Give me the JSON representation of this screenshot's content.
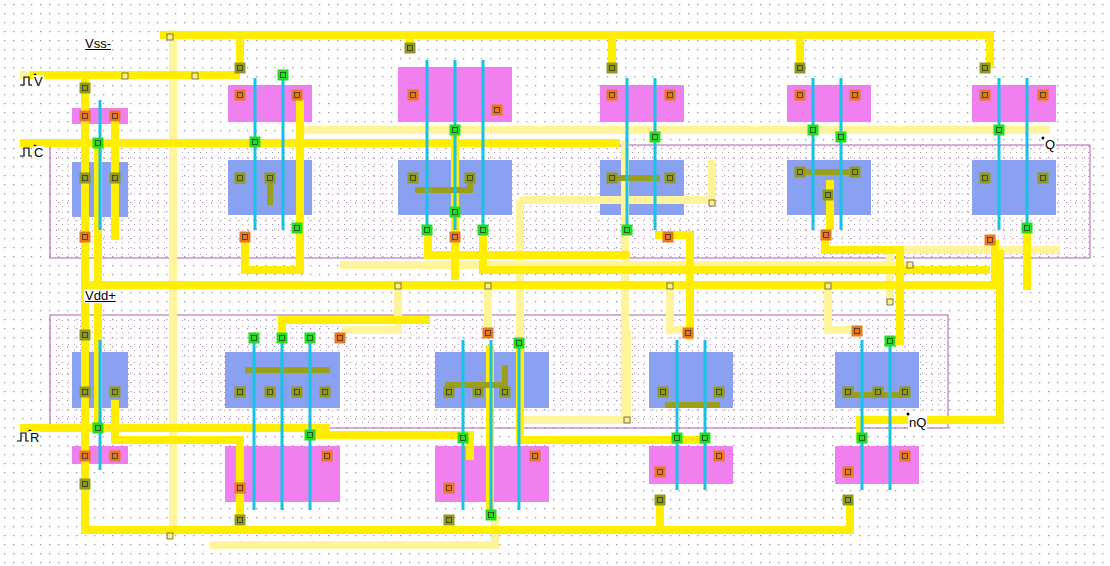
{
  "diagram": {
    "labels": [
      "Vss-",
      "V",
      "C",
      "Q",
      "Vdd+",
      "R",
      "nQ"
    ]
  }
}
